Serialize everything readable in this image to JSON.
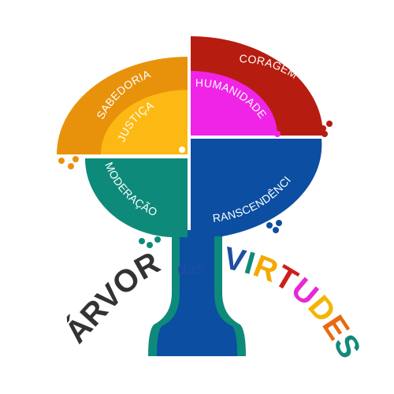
{
  "virtues": {
    "sabedoria": "SABEDORIA",
    "justica": "JUSTIÇA",
    "coragem": "CORAGEM",
    "humanidade": "HUMANIDADE",
    "moderacao": "MODERAÇÃO",
    "transcendencia": "TRANSCENDÊNCIA"
  },
  "title": {
    "word1": "ÁRVORE",
    "word2": "das",
    "word3_letters": [
      "V",
      "I",
      "R",
      "T",
      "U",
      "D",
      "E",
      "S"
    ],
    "word3_colors": [
      "#1d4fa3",
      "#0e8a7a",
      "#f5a800",
      "#cc1f1a",
      "#e827d5",
      "#f2b600",
      "#e86a10",
      "#12897a"
    ]
  },
  "colors": {
    "sabedoria": "#e8920c",
    "justica": "#fdb913",
    "coragem": "#b71c10",
    "humanidade": "#f024e6",
    "moderacao": "#0e8a7a",
    "transcendencia": "#0b4ea2",
    "trunk_outline": "#0e8a7a",
    "arvore_text": "#333333"
  }
}
